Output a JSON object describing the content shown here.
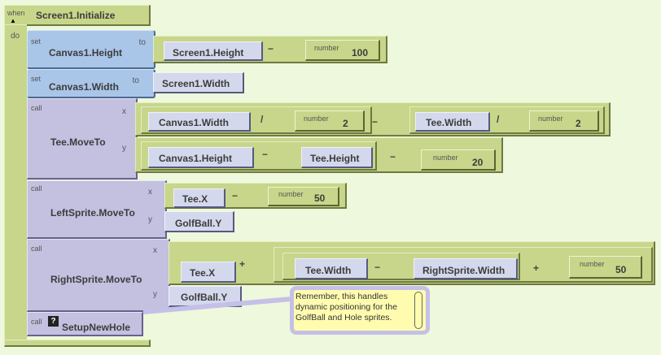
{
  "event": {
    "when_label": "when",
    "do_label": "do",
    "name": "Screen1.Initialize"
  },
  "set_height": {
    "set_label": "set",
    "to_label": "to",
    "target": "Canvas1.Height",
    "left": "Screen1.Height",
    "op": "−",
    "num_label": "number",
    "num_value": "100"
  },
  "set_width": {
    "set_label": "set",
    "to_label": "to",
    "target": "Canvas1.Width",
    "value": "Screen1.Width"
  },
  "tee_move": {
    "call_label": "call",
    "name": "Tee.MoveTo",
    "x_label": "x",
    "y_label": "y",
    "x": {
      "a": "Canvas1.Width",
      "op1": "/",
      "n1_label": "number",
      "n1": "2",
      "op2": "−",
      "b": "Tee.Width",
      "op3": "/",
      "n2_label": "number",
      "n2": "2"
    },
    "y": {
      "a": "Canvas1.Height",
      "op1": "−",
      "b": "Tee.Height",
      "op2": "−",
      "n_label": "number",
      "n": "20"
    }
  },
  "left_move": {
    "call_label": "call",
    "name": "LeftSprite.MoveTo",
    "x_label": "x",
    "y_label": "y",
    "x_a": "Tee.X",
    "op": "−",
    "n_label": "number",
    "n": "50",
    "y": "GolfBall.Y"
  },
  "right_move": {
    "call_label": "call",
    "name": "RightSprite.MoveTo",
    "x_label": "x",
    "y_label": "y",
    "x_a": "Tee.X",
    "op1": "+",
    "b": "Tee.Width",
    "op2": "−",
    "c": "RightSprite.Width",
    "op3": "+",
    "n_label": "number",
    "n": "50",
    "y": "GolfBall.Y"
  },
  "setup": {
    "call_label": "call",
    "name": "SetupNewHole",
    "help_icon": "?"
  },
  "comment": {
    "text": "Remember, this handles dynamic positioning for the GolfBall and Hole sprites."
  }
}
